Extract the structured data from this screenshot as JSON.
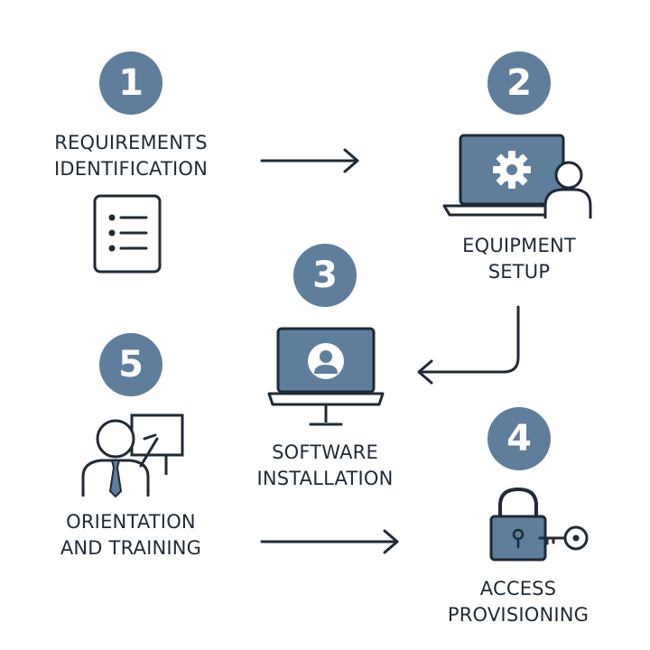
{
  "diagram": {
    "steps": [
      {
        "number": "1",
        "label_lines": [
          "REQUIREMENTS",
          "IDENTIFICATION"
        ],
        "icon": "checklist-icon"
      },
      {
        "number": "2",
        "label_lines": [
          "EQUIPMENT",
          "SETUP"
        ],
        "icon": "laptop-gear-user-icon"
      },
      {
        "number": "3",
        "label_lines": [
          "SOFTWARE",
          "INSTALLATION"
        ],
        "icon": "monitor-user-icon"
      },
      {
        "number": "4",
        "label_lines": [
          "ACCESS",
          "PROVISIONING"
        ],
        "icon": "padlock-key-icon"
      },
      {
        "number": "5",
        "label_lines": [
          "ORIENTATION",
          "AND TRAINING"
        ],
        "icon": "presenter-board-icon"
      }
    ],
    "colors": {
      "accent": "#5f7e9b",
      "stroke": "#1f2a36",
      "background": "#ffffff"
    }
  }
}
